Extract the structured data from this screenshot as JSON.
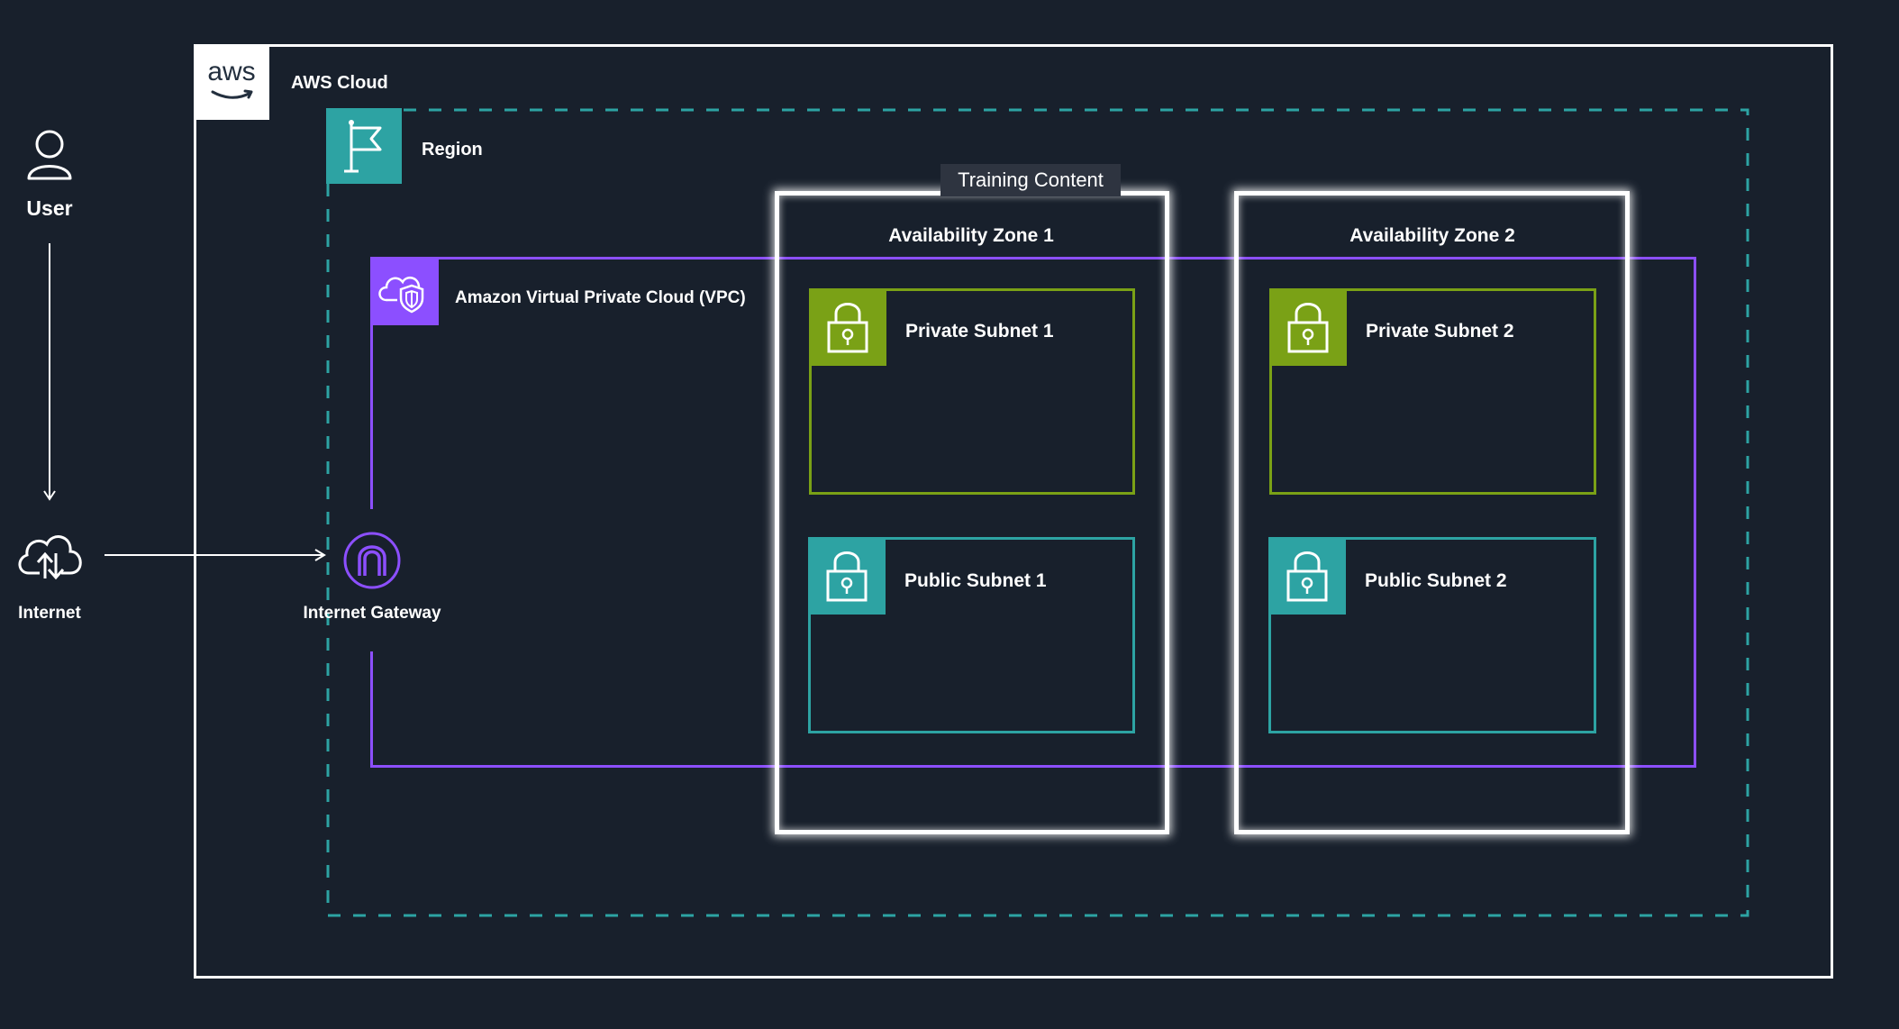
{
  "aws_cloud": {
    "logo_text": "aws",
    "label": "AWS Cloud"
  },
  "region": {
    "label": "Region",
    "icon": "flag-icon"
  },
  "vpc": {
    "label": "Amazon Virtual Private Cloud (VPC)",
    "icon": "vpc-cloud-shield-icon"
  },
  "user": {
    "label": "User",
    "icon": "user-icon"
  },
  "internet": {
    "label": "Internet",
    "icon": "cloud-upload-download-icon"
  },
  "gateway": {
    "label": "Internet Gateway",
    "icon": "internet-gateway-icon"
  },
  "training_tag": "Training Content",
  "zones": [
    {
      "label": "Availability Zone 1",
      "private_subnet": "Private Subnet 1",
      "public_subnet": "Public Subnet 1"
    },
    {
      "label": "Availability Zone 2",
      "private_subnet": "Private Subnet 2",
      "public_subnet": "Public Subnet 2"
    }
  ],
  "colors": {
    "background": "#18202c",
    "region": "#2da3a3",
    "vpc": "#8c4fff",
    "private_subnet": "#7aa116",
    "public_subnet": "#2da3a3",
    "line": "#ffffff"
  }
}
